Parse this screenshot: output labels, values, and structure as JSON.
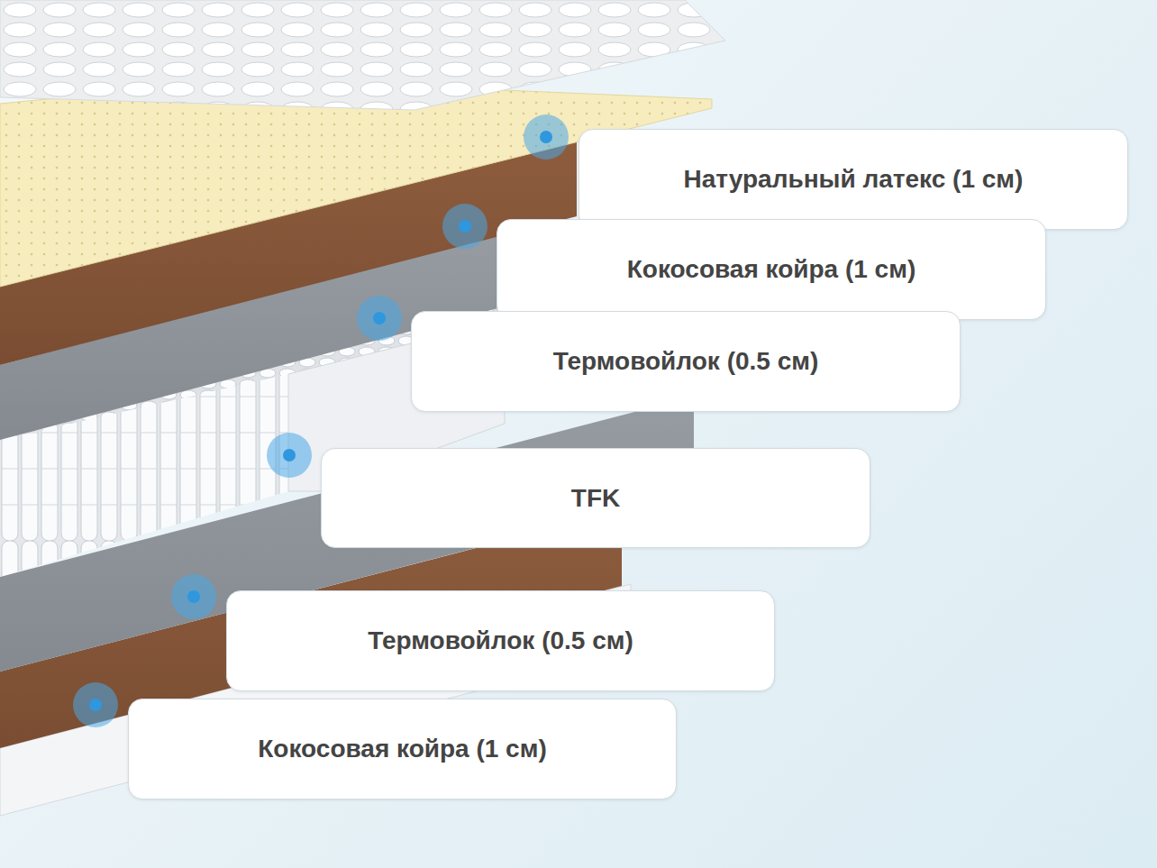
{
  "diagram": {
    "nodes": [
      {
        "text": [
          "Натуральный латекс (1 см)"
        ]
      },
      {
        "text": [
          "Кокосовая койра (1 см)"
        ]
      },
      {
        "text": [
          "Термовойлок (0.5 см)"
        ]
      },
      {
        "text": [
          "TFK"
        ]
      },
      {
        "text": [
          "Термовойлок (0.5 см)"
        ]
      },
      {
        "text": [
          "Кокосовая койра (1 см)"
        ]
      }
    ]
  }
}
